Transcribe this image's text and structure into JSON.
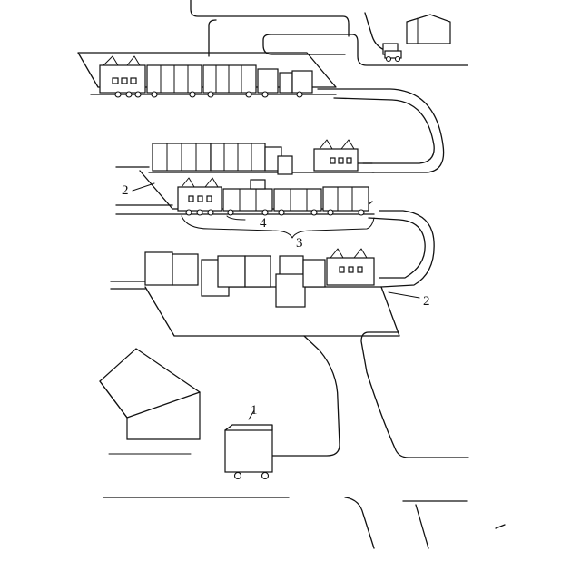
{
  "labels": {
    "truck": "1",
    "loading_platform_upper": "2",
    "loading_platform_lower": "2",
    "train": "3",
    "wagon": "4"
  }
}
